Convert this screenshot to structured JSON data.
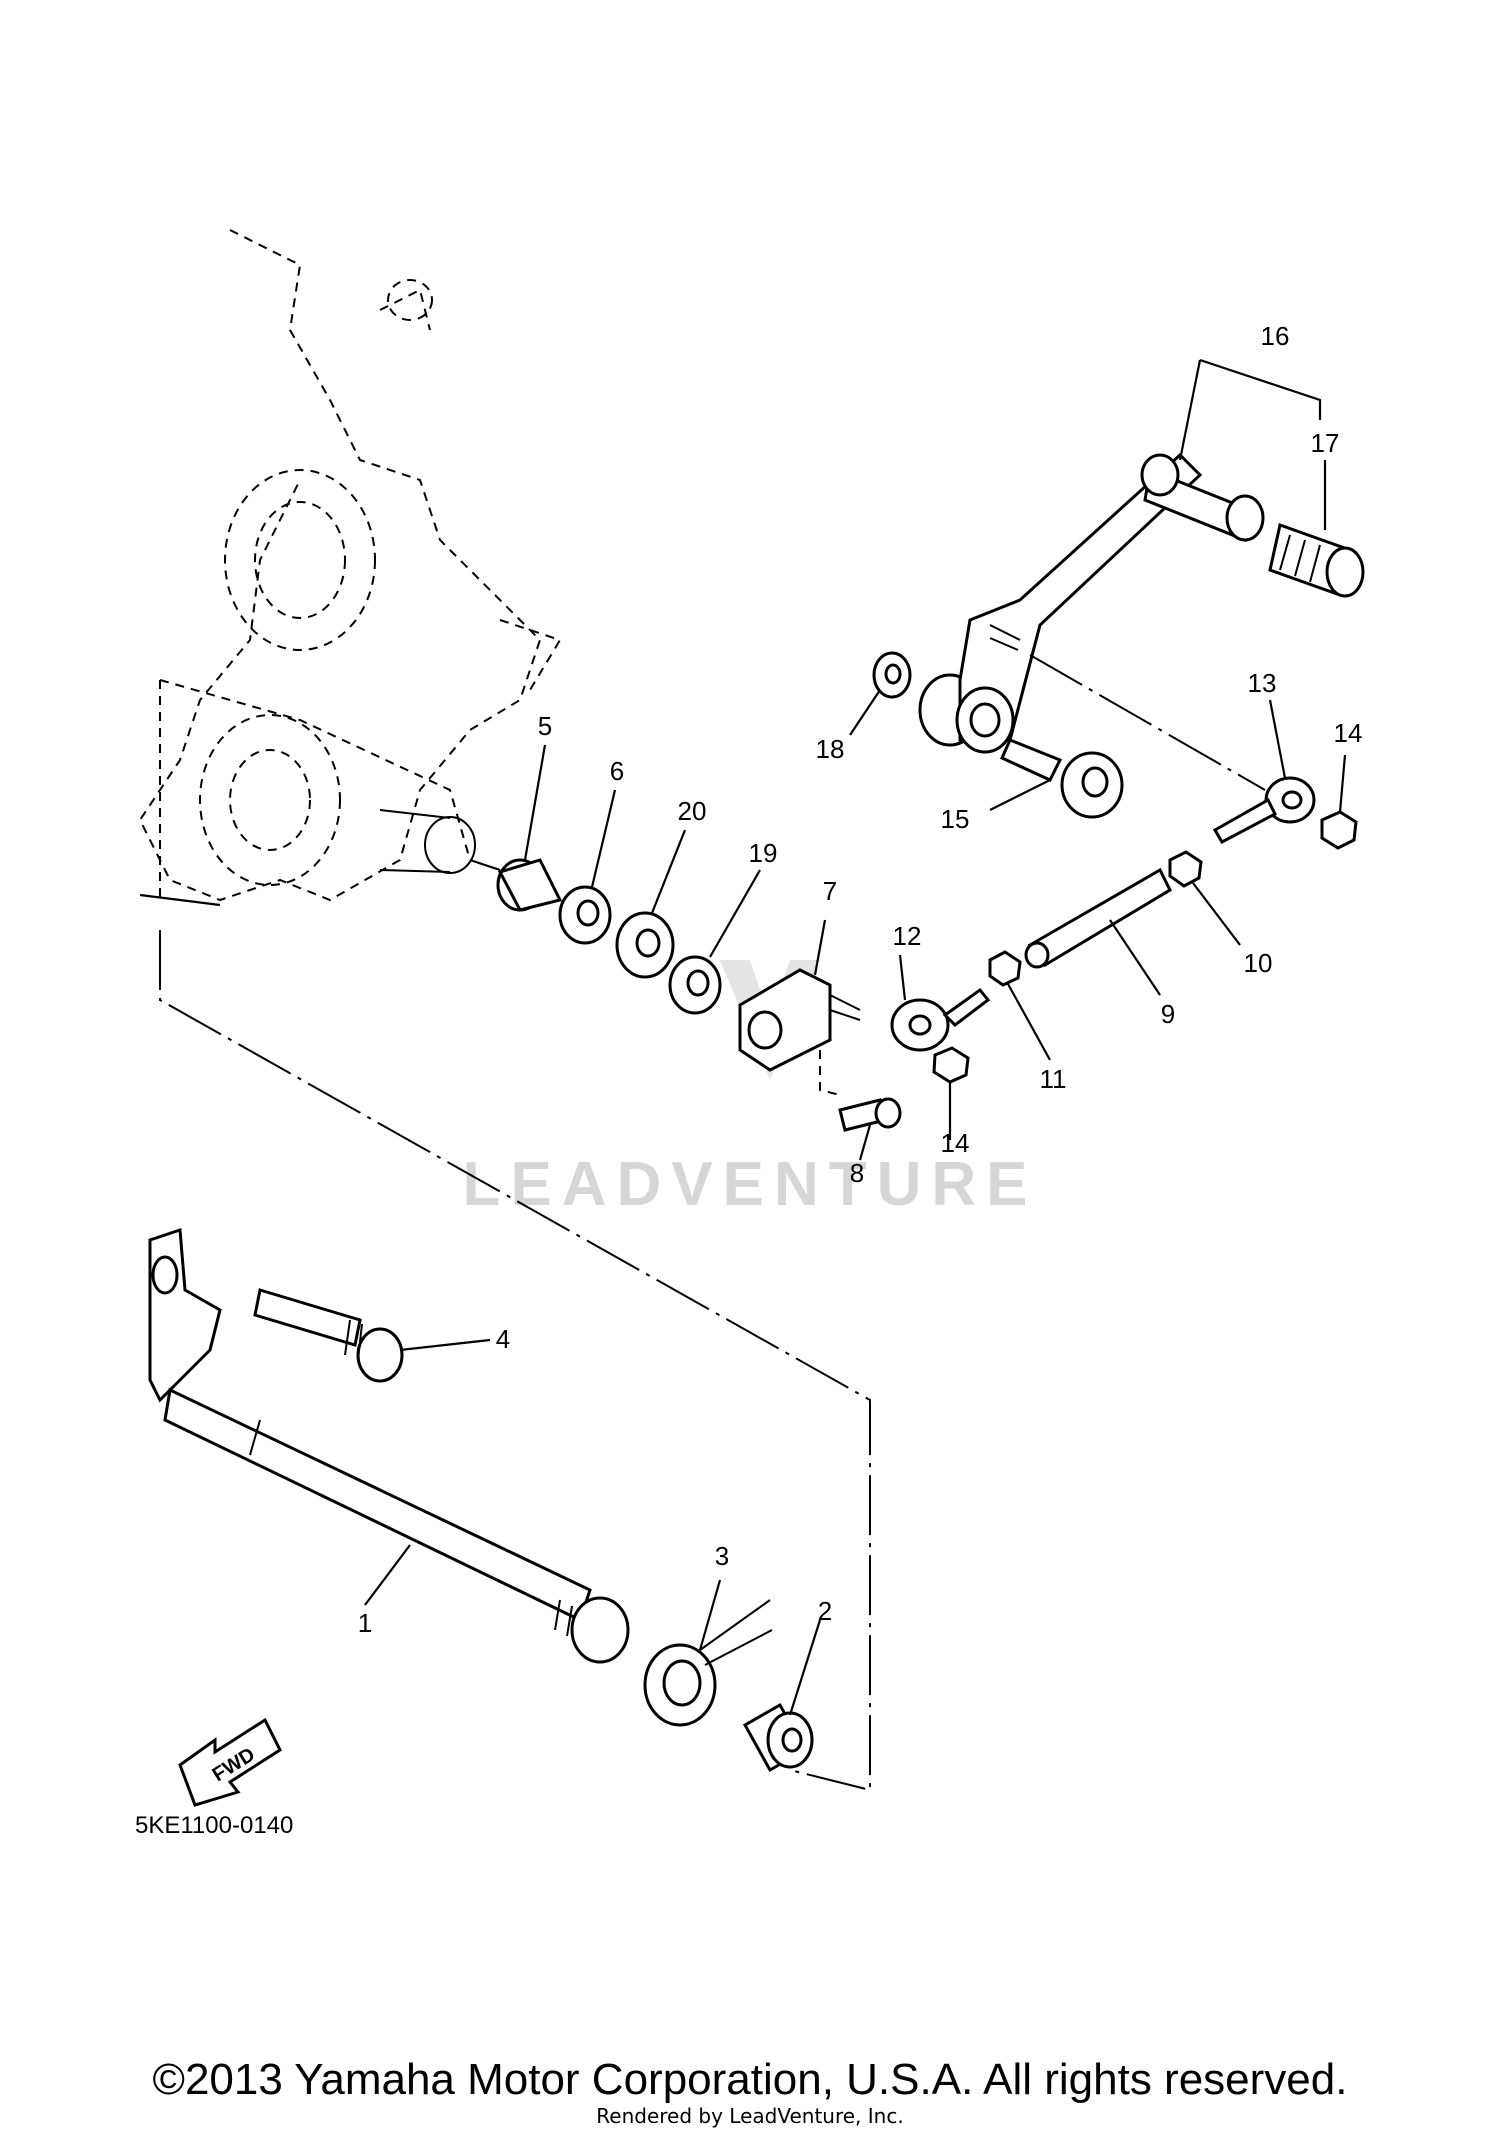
{
  "diagram": {
    "drawing_code": "5KE1100-0140",
    "direction_label": "FWD",
    "watermark": "LEADVENTURE",
    "callouts": [
      "1",
      "2",
      "3",
      "4",
      "5",
      "6",
      "7",
      "8",
      "9",
      "10",
      "11",
      "12",
      "13",
      "14",
      "14",
      "15",
      "16",
      "17",
      "18",
      "19",
      "20"
    ]
  },
  "footer": {
    "copyright": "©2013 Yamaha Motor Corporation, U.S.A. All rights reserved.",
    "rendered_by": "Rendered by LeadVenture, Inc."
  }
}
